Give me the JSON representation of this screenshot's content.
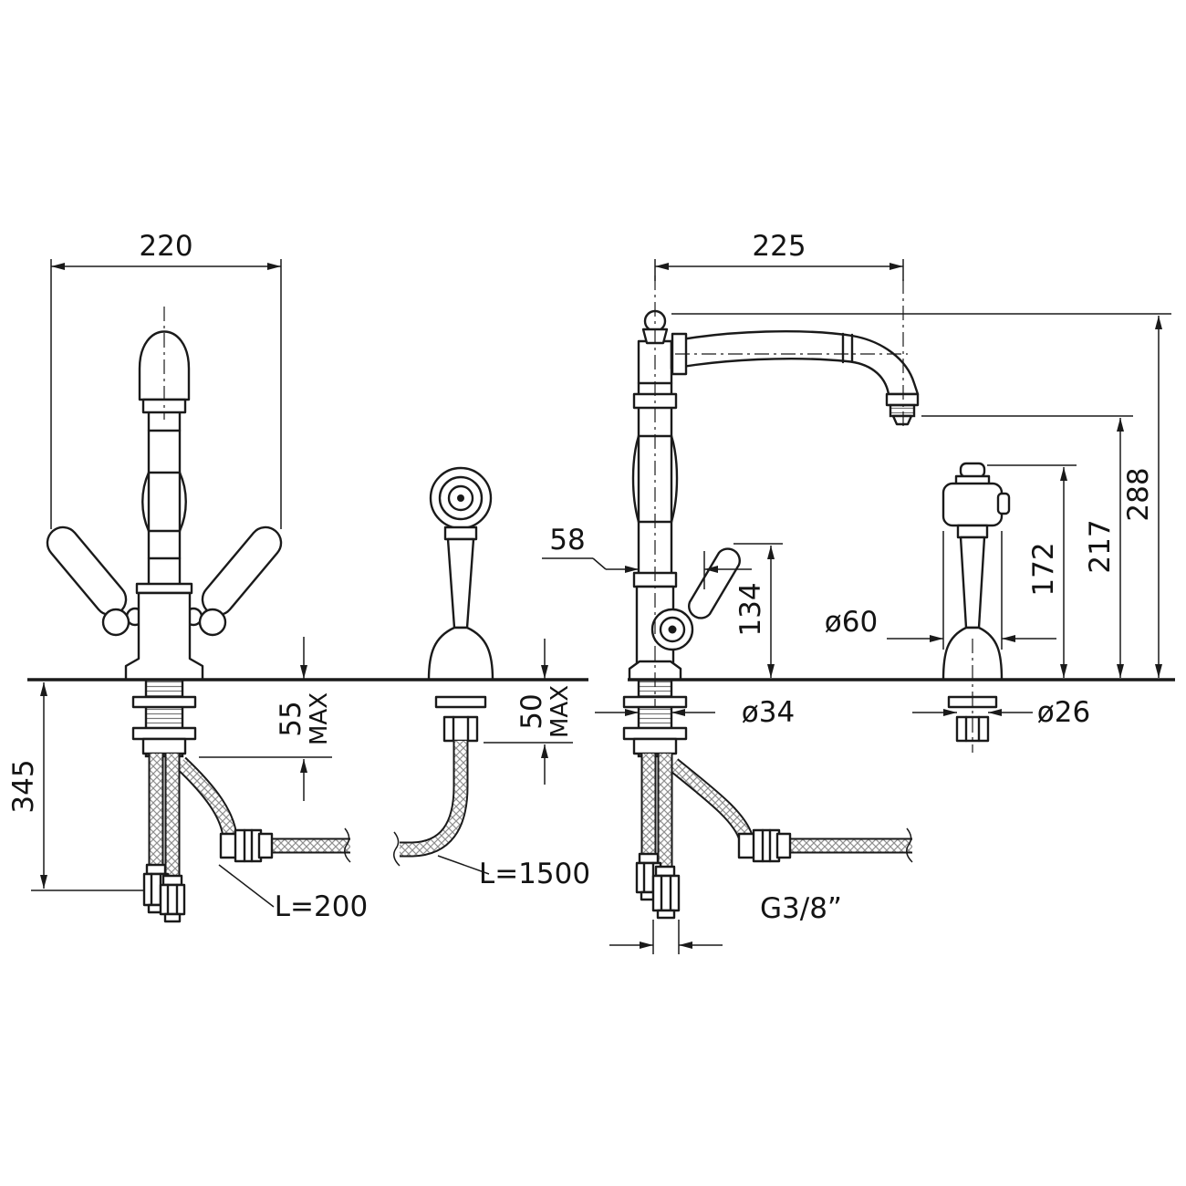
{
  "front_view": {
    "overall_width": "220",
    "below_deck_depth": "345",
    "deck_max_main": "55",
    "deck_max_main_unit": "MAX",
    "deck_max_spray": "50",
    "deck_max_spray_unit": "MAX",
    "main_hose_length": "L=200",
    "spray_hose_length": "L=1500"
  },
  "side_view": {
    "spout_reach": "225",
    "overall_height": "288",
    "spout_outlet_height": "217",
    "spray_height": "172",
    "handle_height": "134",
    "handle_offset": "58",
    "spray_head_diameter": "ø60",
    "main_shank_diameter": "ø34",
    "spray_shank_diameter": "ø26",
    "supply_thread": "G3/8”"
  },
  "colors": {
    "line": "#1a1a1a",
    "background": "#ffffff"
  }
}
